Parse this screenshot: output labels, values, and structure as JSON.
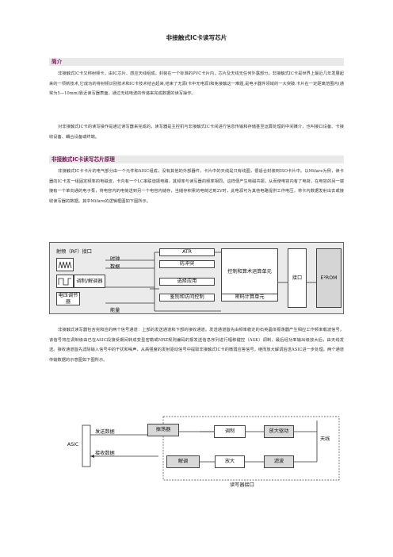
{
  "title": "非接触式IC卡读写芯片",
  "section1": {
    "heading": "简介",
    "paragraphs": [
      "非接触式IC卡又称射频卡，由IC芯片、感应天线组成，封装在一个标准的PVC卡片内，芯片及天线无任何外露部分。非接触式IC卡是世界上最近几年发展起来的一项新技术,它成功的将射频识别技术和IC卡技术结合起来,结束了无源(卡中无电源)和免接触这一难题,是电子器件领域的一大突破.卡片在一定距离范围内(通常为5—10mm)靠近读写器表面，通过无线电波的传递来完成数据的读写操作。",
      "对非接触式IC卡的读写操作是通过读写器来完成的，读写器是主控机与非接触式IC卡间进行信息传输和存储甚至运算处理的中间媒介，也叫接口设备、卡接收设备、耦合设备或终端。"
    ]
  },
  "section2": {
    "heading": "非接触式IC卡读写芯片原理",
    "paragraphs": [
      "非接触式IC卡卡片的电气部分由一个元件和AISC组成，没有其他的外部器件，卡片中的天线是只有线圈，很适合封装到ISO卡片中。以Mifare为例，读卡器向IC卡发一组固定频率的电磁波，卡内有一个LC串联谐振电路，其频率与读写器的频率相同，这样便产生电磁共振，从而使电容内有了电荷，在电容的另一端接有一个单向通的电子泵，将电容内的电荷送到另一个电容内储存，当储存积累的电荷达到2V时，此电源可为其他电路提供工作电压，将卡内数据发射出去或接收读写器的数据。其中Mifare的逻辑框图如下图所示。",
      "非接触式读写器包含完和应的两个信号通道：上部的发送通道和下部的接收通道。发送通道首先由频率稳定的石英晶体振荡器产生相应工作频率载波信号，该信号将在调制级由已在ASIC段接受期间转成变型密勒或NRZ规则编码的报发送信息序列进行幅移键控（ASK）调制，最后经功率输出级放大后，由天线发送。接收通道首先滤除输入信号中的干扰和噪声，从高强度的发射驱动信号中提取非接触式IC卡的微弱应答信号，继而放大解调后送ASIC进一步处理。两个通道传输数据的示意图如下图所示。"
    ]
  },
  "figure1": {
    "rf_label": "射频（RF）接口",
    "clock": "时钟",
    "data": "数据",
    "modem": "调制/解调器",
    "energy": "能量",
    "voltage_reg": "电压调节器",
    "atr": "ATR",
    "anticollision": "防冲突",
    "select_app": "选择应用",
    "auth_access": "鉴别和访问控制",
    "control_alu": "控制和算术运算单元",
    "crypto": "密码计算单元",
    "interface": "接口",
    "eeprom": "E²ROM"
  },
  "figure2": {
    "asic": "ASIC",
    "send_data": "发送数据",
    "recv_data": "接收数据",
    "oscillator": "振荡器",
    "modulation": "调制",
    "amp_drive": "放大驱动",
    "demod": "解调",
    "amplify": "放大",
    "filter": "滤波",
    "antenna": "天线",
    "rw_interface": "读写器接口"
  }
}
